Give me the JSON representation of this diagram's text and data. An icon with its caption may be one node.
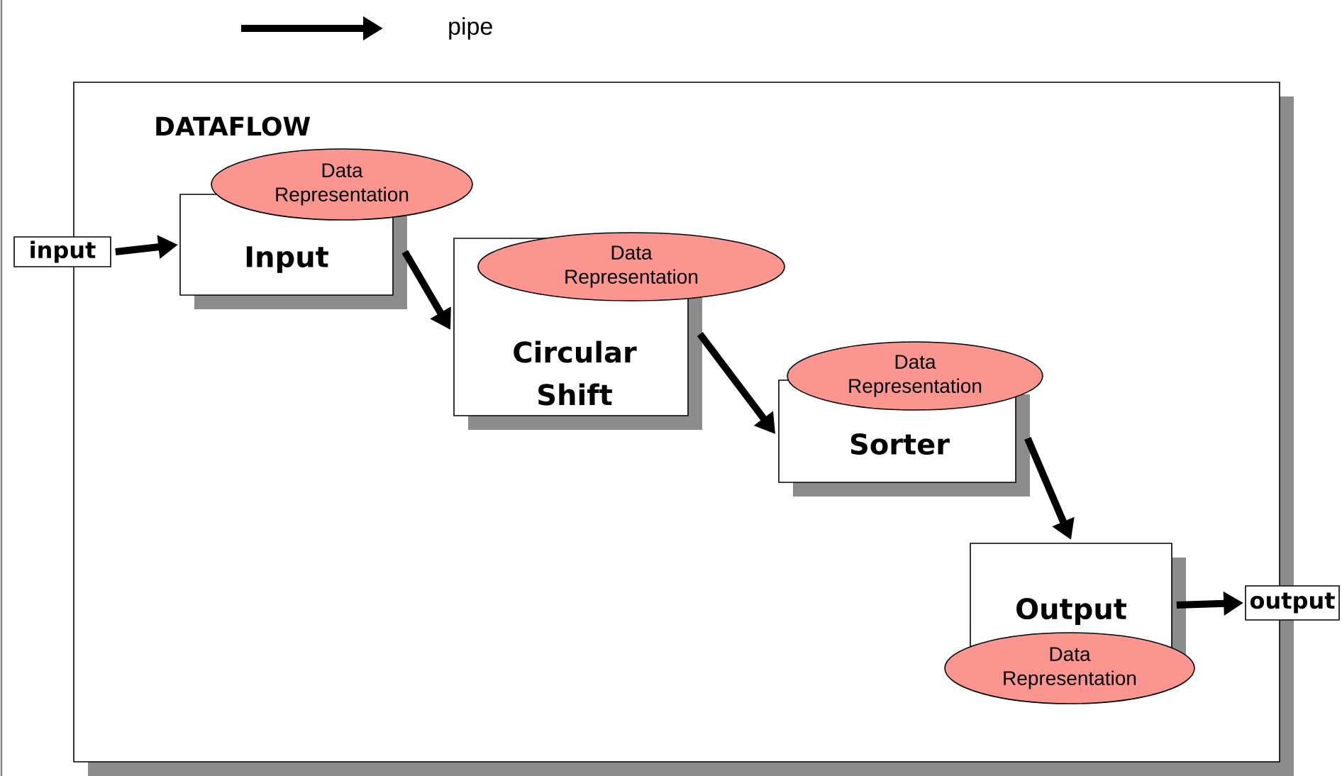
{
  "diagram": {
    "nodes": [
      {
        "text": [
          "DATAFLOW"
        ]
      },
      {
        "text": [
          "input"
        ]
      },
      {
        "text": [
          "Input"
        ],
        "in": 0
      },
      {
        "text": [
          "Data Representation"
        ],
        "in": 0
      },
      {
        "text": [
          "Circular Shift"
        ],
        "in": 0
      },
      {
        "text": [
          "Data Representation"
        ],
        "in": 0
      },
      {
        "text": [
          "Sorter"
        ],
        "in": 0
      },
      {
        "text": [
          "Data Representation"
        ],
        "in": 0
      },
      {
        "text": [
          "Output"
        ],
        "in": 0
      },
      {
        "text": [
          "Data Representation"
        ],
        "in": 0
      },
      {
        "text": [
          "output"
        ]
      }
    ],
    "edges": [
      {
        "from": 1,
        "to": 2,
        "arrow": "to"
      },
      {
        "from": 2,
        "to": 4,
        "arrow": "to"
      },
      {
        "from": 4,
        "to": 6,
        "arrow": "to"
      },
      {
        "from": 6,
        "to": 8,
        "arrow": "to"
      },
      {
        "from": 8,
        "to": 10,
        "arrow": "to"
      }
    ],
    "legend": [
      {
        "text": "pipe"
      }
    ]
  }
}
